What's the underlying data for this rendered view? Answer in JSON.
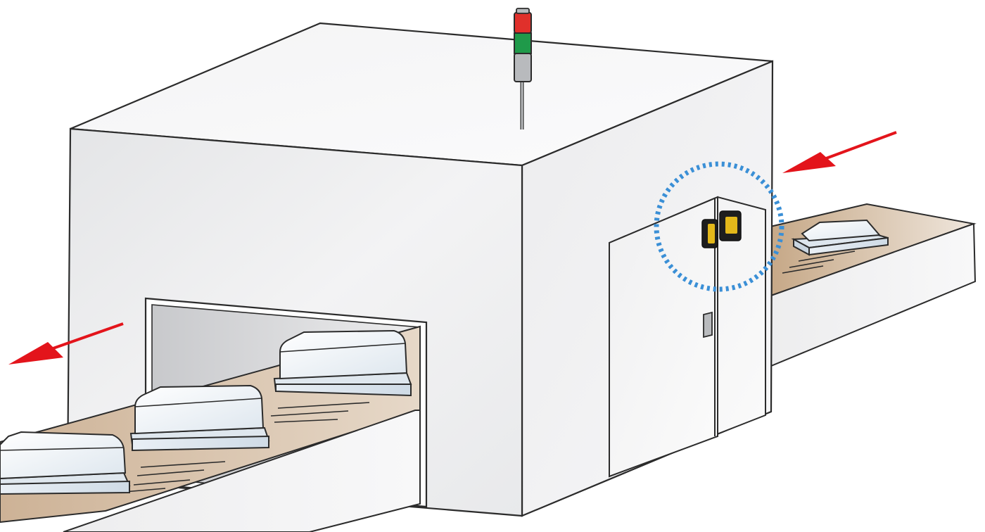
{
  "diagram": {
    "subject": "enclosed-conveyor-inspection-machine",
    "components": [
      {
        "id": "machine-enclosure",
        "kind": "housing"
      },
      {
        "id": "signal-tower",
        "kind": "stack-light",
        "lamps": [
          "red",
          "green",
          "gray"
        ]
      },
      {
        "id": "access-door",
        "kind": "double-door"
      },
      {
        "id": "door-interlock-sensor",
        "kind": "sensor-pair",
        "highlighted": true
      },
      {
        "id": "infeed-conveyor",
        "kind": "conveyor"
      },
      {
        "id": "outfeed-conveyor",
        "kind": "conveyor"
      },
      {
        "id": "product-trays",
        "kind": "product",
        "count": 4
      }
    ],
    "flow": {
      "direction": "right-to-left",
      "infeed_arrow": "right",
      "outfeed_arrow": "left"
    },
    "colors": {
      "arrow": "#e3141b",
      "highlight_ring": "#3a8fd6",
      "conveyor_belt": "#c9ab8c",
      "sensor_body": "#1e1e1e",
      "sensor_lens": "#e3b81a",
      "lamp_red": "#e0302b",
      "lamp_green": "#1f9a4a",
      "outline": "#2b2b2b"
    }
  }
}
